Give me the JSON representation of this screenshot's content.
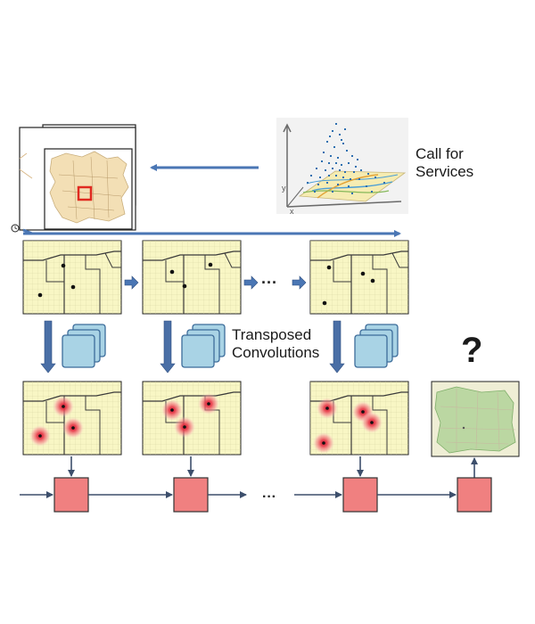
{
  "labels": {
    "call_for_services_line1": "Call for",
    "call_for_services_line2": "Services",
    "transposed_line1": "Transposed",
    "transposed_line2": "Convolutions",
    "question": "?",
    "ellipsis": "···",
    "axis_x": "x",
    "axis_y": "y"
  },
  "icons": {
    "clock": "clock-icon"
  },
  "colors": {
    "map_bg": "#f8f6c4",
    "map_grid": "#d4d2a0",
    "map_street": "#3a3a3a",
    "arrow": "#4a76b4",
    "arrow_dark": "#3d5f91",
    "kernel_fill": "#a9d3e5",
    "kernel_stroke": "#4a78a6",
    "rnn_fill": "#f08080",
    "rnn_stroke": "#333333",
    "heat": "#e8384a",
    "point": "#2e6fb0",
    "red_box": "#e02a20",
    "final_map_bg": "#efeed5",
    "final_map_green": "#a9cf90"
  }
}
